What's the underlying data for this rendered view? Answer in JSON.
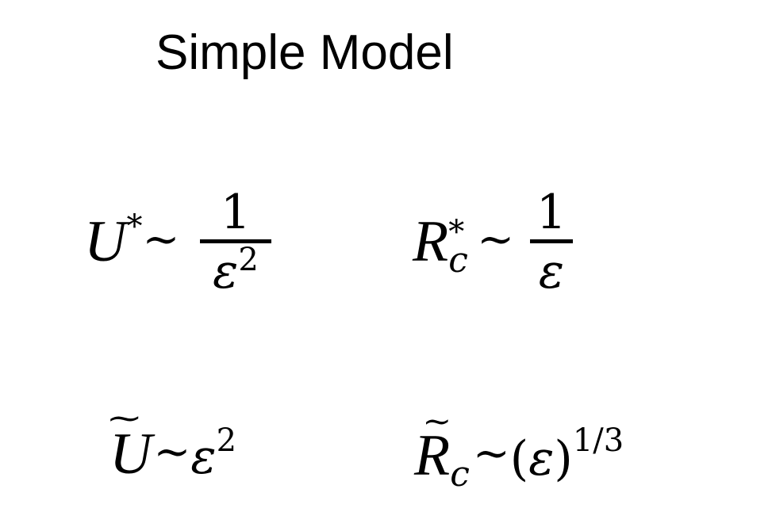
{
  "title": "Simple Model",
  "equations": {
    "u_star": {
      "lhs": "U",
      "lhs_sup": "*",
      "relation": "~",
      "numerator": "1",
      "denominator": "ε",
      "denominator_sup": "2"
    },
    "rc_star": {
      "lhs": "R",
      "lhs_sup": "*",
      "lhs_sub": "c",
      "relation": "~",
      "numerator": "1",
      "denominator": "ε"
    },
    "u_tilde": {
      "accent": "~",
      "lhs": "U",
      "relation": "~",
      "rhs": "ε",
      "rhs_sup": "2"
    },
    "rc_tilde": {
      "accent": "~",
      "lhs": "R",
      "lhs_sub": "c",
      "relation": "~",
      "rhs": "(ε)",
      "rhs_sup": "1/3"
    }
  }
}
